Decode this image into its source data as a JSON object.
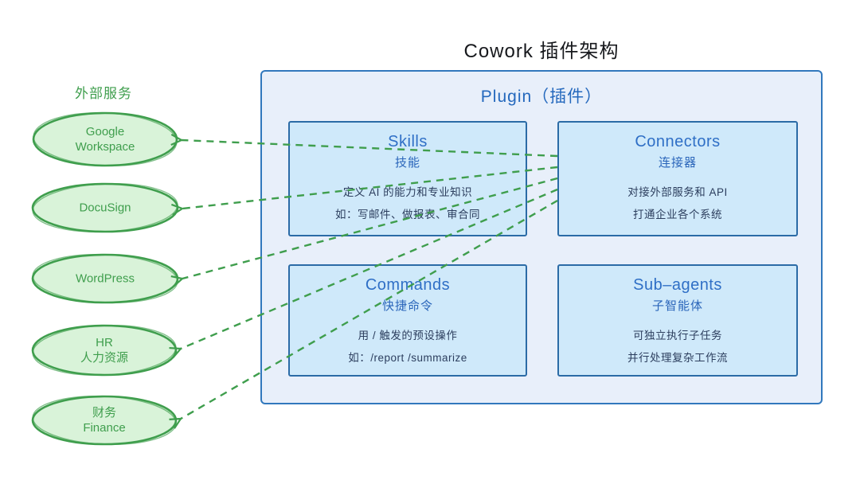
{
  "title": "Cowork 插件架构",
  "external": {
    "label": "外部服务",
    "nodes": [
      {
        "name": "google-workspace",
        "line1": "Google",
        "line2": "Workspace"
      },
      {
        "name": "docusign",
        "line1": "DocuSign",
        "line2": ""
      },
      {
        "name": "wordpress",
        "line1": "WordPress",
        "line2": ""
      },
      {
        "name": "hr",
        "line1": "HR",
        "line2": "人力资源"
      },
      {
        "name": "finance",
        "line1": "财务",
        "line2": "Finance"
      }
    ]
  },
  "plugin": {
    "title": "Plugin（插件）",
    "modules": [
      {
        "title": "Skills",
        "subtitle": "技能",
        "line1": "定义 AI 的能力和专业知识",
        "line2": "如：写邮件、做报表、审合同"
      },
      {
        "title": "Connectors",
        "subtitle": "连接器",
        "line1": "对接外部服务和 API",
        "line2": "打通企业各个系统"
      },
      {
        "title": "Commands",
        "subtitle": "快捷命令",
        "line1": "用 / 触发的预设操作",
        "line2": "如：/report  /summarize"
      },
      {
        "title": "Sub–agents",
        "subtitle": "子智能体",
        "line1": "可独立执行子任务",
        "line2": "并行处理复杂工作流"
      }
    ]
  },
  "colors": {
    "plugin_fill": "#e8effa",
    "plugin_border": "#3178bd",
    "module_fill": "#cfe9fa",
    "module_border": "#2b6ba6",
    "module_title_text": "#2f6fc6",
    "module_body_text": "#2c3e5e",
    "green_stroke": "#3f9e4d",
    "green_fill": "#d9f3d9",
    "title_text": "#17191d"
  }
}
